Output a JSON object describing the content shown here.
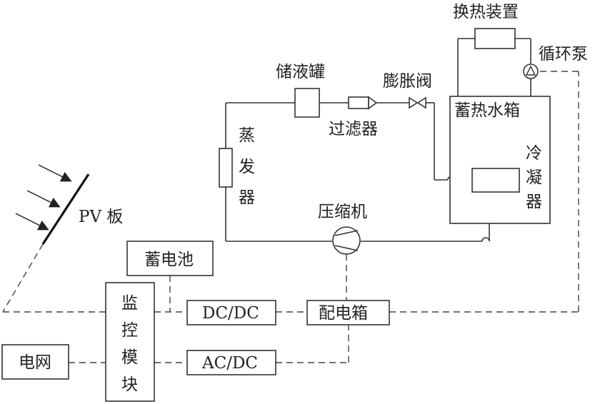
{
  "labels": {
    "heat_exchanger": "换热装置",
    "circulation_pump": "循环泵",
    "liquid_tank": "储液罐",
    "expansion_valve": "膨胀阀",
    "heat_storage_tank": "蓄热水箱",
    "filter": "过滤器",
    "evaporator": [
      "蒸",
      "发",
      "器"
    ],
    "condenser": [
      "冷",
      "凝",
      "器"
    ],
    "pv_panel": "PV 板",
    "compressor": "压缩机",
    "battery": "蓄电池",
    "monitor_module": [
      "监",
      "控",
      "模",
      "块"
    ],
    "dcdc": "DC/DC",
    "distribution_box": "配电箱",
    "grid": "电网",
    "acdc": "AC/DC"
  }
}
